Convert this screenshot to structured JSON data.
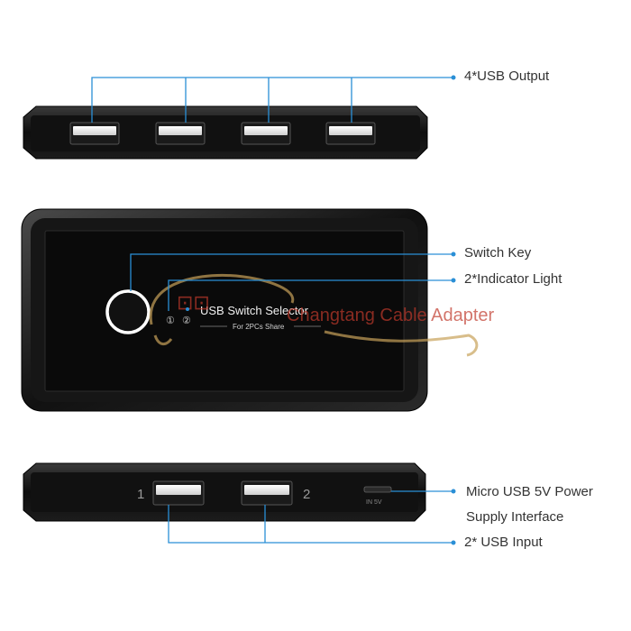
{
  "labels": {
    "usb_output": "4*USB Output",
    "switch_key": "Switch Key",
    "indicator_light": "2*Indicator Light",
    "power_line1": "Micro USB 5V Power",
    "power_line2": "Supply Interface",
    "usb_input": "2* USB Input"
  },
  "device": {
    "product_name": "USB Switch Selector",
    "product_subtitle": "For 2PCs Share",
    "indicator_1": "①",
    "indicator_2": "②",
    "port_1": "1",
    "port_2": "2",
    "power_port_label": "IN 5V"
  },
  "watermark": {
    "text": "Changtang Cable Adapter"
  },
  "colors": {
    "callout": "#2a8fd6",
    "device_body": "#0c0c0c",
    "port": "#f2f2f2",
    "watermark": "#c0392b"
  }
}
